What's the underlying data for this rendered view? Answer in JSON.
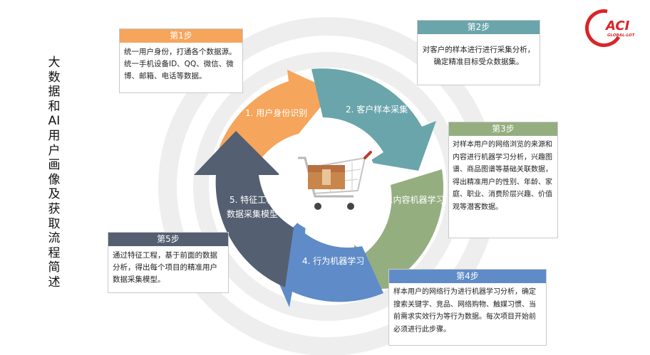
{
  "title": "大数据和AI用户画像及获取流程简述",
  "logo": {
    "name": "ACI",
    "sub": "GLOBAL-LOT"
  },
  "colors": {
    "step1": "#f5a55c",
    "step2": "#6aa5ab",
    "step3": "#95ae80",
    "step4": "#5f8cc8",
    "step5": "#555f72",
    "brand": "#d9252a"
  },
  "cycle_labels": [
    "1. 用户身份识别",
    "2. 客户样本采集",
    "3.内容机器学习",
    "4. 行为机器学习",
    "5. 特征工程",
    "数据采集模型"
  ],
  "steps": [
    {
      "head": "第1步",
      "body": "统一用户身份，打通各个数据源。统一手机设备ID、QQ、微信、微博、邮箱、电话等数据。"
    },
    {
      "head": "第2步",
      "body": "对客户的样本进行进行采集分析，确定精准目标受众数据集。"
    },
    {
      "head": "第3步",
      "body": "对样本用户的网络浏览的来源和内容进行机器学习分析，兴趣图谱、商品图谱等基础关联数据，得出精准用户的性别、年龄、家庭、职业、消费阶层兴趣、价值观等潜客数据。"
    },
    {
      "head": "第4步",
      "body": "样本用户的网络行为进行机器学习分析，确定搜索关键字、竞品、网络购物、触媒习惯、当前需求实效行为等行为数据。每次项目开始前必须进行此步骤。"
    },
    {
      "head": "第5步",
      "body": "通过特征工程，基于前面的数据分析，得出每个项目的精准用户数据采集模型。"
    }
  ]
}
